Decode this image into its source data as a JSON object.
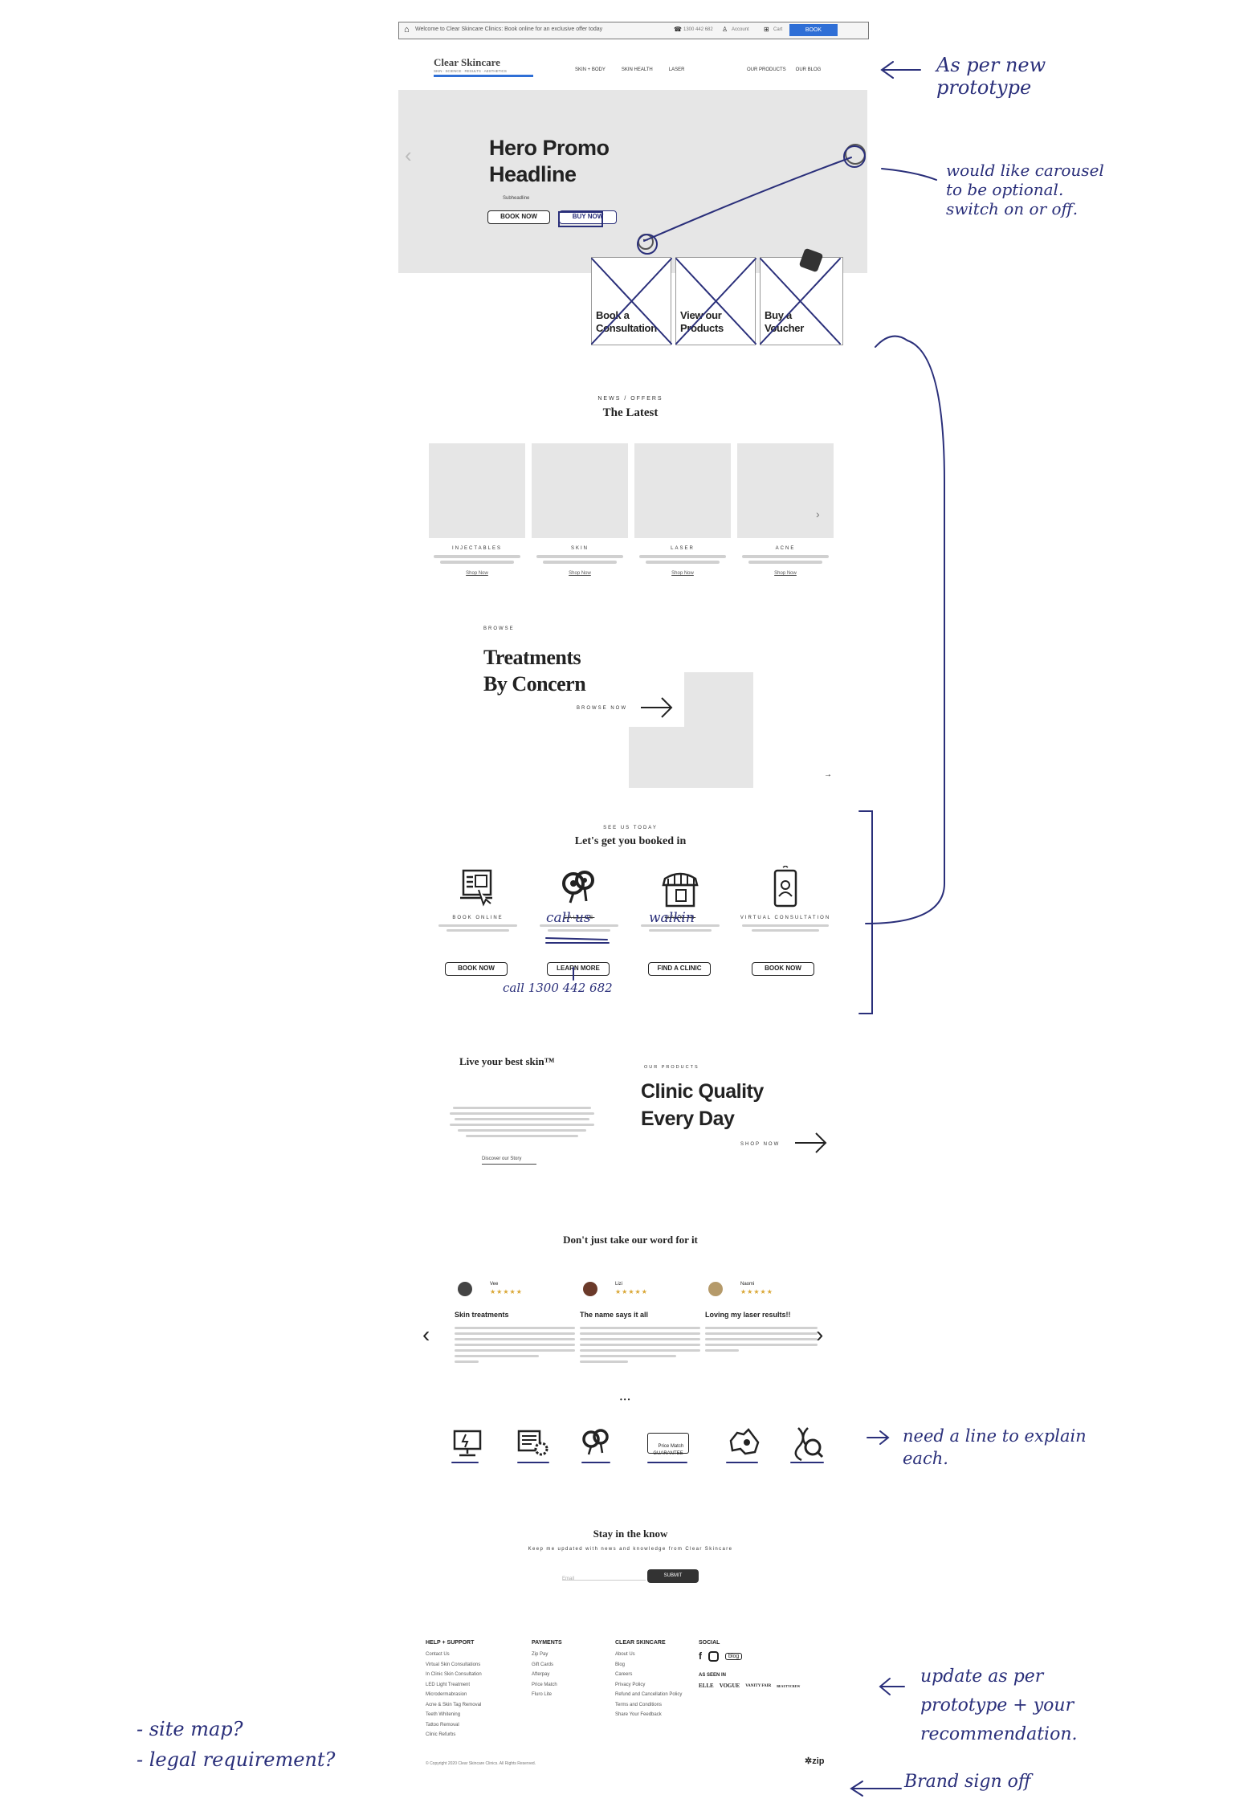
{
  "topbar": {
    "message": "Welcome to Clear Skincare Clinics: Book online for an exclusive offer today",
    "phone": "1300 442 682",
    "account": "Account",
    "cart": "Cart",
    "cta": "BOOK"
  },
  "nav": {
    "logo": "Clear Skincare",
    "logo_sub": "SKIN · SCIENCE · RESULTS · AESTHETICS",
    "links": [
      "SKIN + BODY",
      "SKIN HEALTH",
      "LASER"
    ],
    "right_links": [
      "OUR PRODUCTS",
      "OUR BLOG"
    ]
  },
  "hero": {
    "headline": "Hero Promo\nHeadline",
    "subheadline": "Subheadline",
    "book_label": "BOOK NOW",
    "buy_label": "BUY NOW",
    "prev_icon": "chevron-left-icon",
    "tiles": [
      "Book a\nConsultation",
      "View our\nProducts",
      "Buy a\nVoucher"
    ]
  },
  "latest": {
    "eyebrow": "NEWS / OFFERS",
    "title": "The Latest",
    "cards": [
      {
        "category": "INJECTABLES",
        "link": "Shop Now"
      },
      {
        "category": "SKIN",
        "link": "Shop Now"
      },
      {
        "category": "LASER",
        "link": "Shop Now"
      },
      {
        "category": "ACNE",
        "link": "Shop Now"
      }
    ]
  },
  "treatments": {
    "eyebrow": "BROWSE",
    "title": "Treatments\nBy Concern",
    "cta": "BROWSE NOW"
  },
  "booking": {
    "eyebrow": "SEE US TODAY",
    "title": "Let's get you booked in",
    "options": [
      {
        "label": "BOOK ONLINE",
        "button": "BOOK NOW",
        "icon": "laptop-calendar-icon"
      },
      {
        "label": "CALL US",
        "button": "LEARN MORE",
        "icon": "map-pins-icon"
      },
      {
        "label": "WALK IN",
        "button": "FIND A CLINIC",
        "icon": "storefront-icon"
      },
      {
        "label": "VIRTUAL CONSULTATION",
        "button": "BOOK NOW",
        "icon": "phone-video-icon"
      }
    ]
  },
  "promo": {
    "left_title": "Live your best skin™",
    "left_link": "Discover our Story",
    "eyebrow": "OUR PRODUCTS",
    "right_title": "Clinic Quality\nEvery Day",
    "right_cta": "SHOP NOW"
  },
  "reviews": {
    "title": "Don't just take our word for it",
    "items": [
      {
        "name": "Vee",
        "title": "Skin treatments",
        "stars": "★★★★★"
      },
      {
        "name": "Lizi",
        "title": "The name says it all",
        "stars": "★★★★★"
      },
      {
        "name": "Naomi",
        "title": "Loving my laser results!!",
        "stars": "★★★★★"
      }
    ]
  },
  "features": {
    "icons": [
      "monitor-icon",
      "news-gear-icon",
      "map-pins-icon",
      "price-match-tag-icon",
      "australia-map-icon",
      "dna-search-icon"
    ],
    "tag_text": "Price Match\nGUARANTEE"
  },
  "newsletter": {
    "title": "Stay in the know",
    "subtitle": "Keep me updated with news and knowledge from Clear Skincare",
    "placeholder": "Email",
    "button": "SUBMIT"
  },
  "footer": {
    "columns": [
      {
        "heading": "HELP + SUPPORT",
        "links": [
          "Contact Us",
          "Virtual Skin Consultations",
          "In Clinic Skin Consultation",
          "LED Light Treatment",
          "Microdermabrasion",
          "Acne & Skin Tag Removal",
          "Teeth Whitening",
          "Tattoo Removal",
          "Clinic Refurbs"
        ]
      },
      {
        "heading": "PAYMENTS",
        "links": [
          "Zip Pay",
          "Gift Cards",
          "Afterpay",
          "Price Match",
          "Fluro Lite"
        ]
      },
      {
        "heading": "CLEAR SKINCARE",
        "links": [
          "About Us",
          "Blog",
          "Careers",
          "Privacy Policy",
          "Refund and Cancellation Policy",
          "Terms and Conditions",
          "Share Your Feedback"
        ]
      },
      {
        "heading": "SOCIAL",
        "links": []
      }
    ],
    "blog_badge": "blog",
    "as_seen_in": "AS SEEN IN",
    "press": [
      "ELLE",
      "VOGUE",
      "VANITY FAIR",
      "BEAUTYCREW"
    ],
    "copyright": "© Copyright 2020 Clear Skincare Clinics. All Rights Reserved.",
    "zip": "zip"
  },
  "annotations": {
    "prototype": "As per new\nprototype",
    "carousel": "would like carousel\nto be optional.\nswitch on or off.",
    "call_us": "call us",
    "walk_in": "walkin",
    "call_number": "call 1300 442 682",
    "explain": "need a line to explain\neach.",
    "update": "update as per\nprototype + your\nrecommendation.",
    "sitemap": "- site map?\n- legal requirement?",
    "brand": "Brand sign off"
  },
  "colors": {
    "accent": "#2f6fd6",
    "ink": "#2a2f7a",
    "placeholder": "#e6e6e6",
    "star": "#d9a633"
  }
}
